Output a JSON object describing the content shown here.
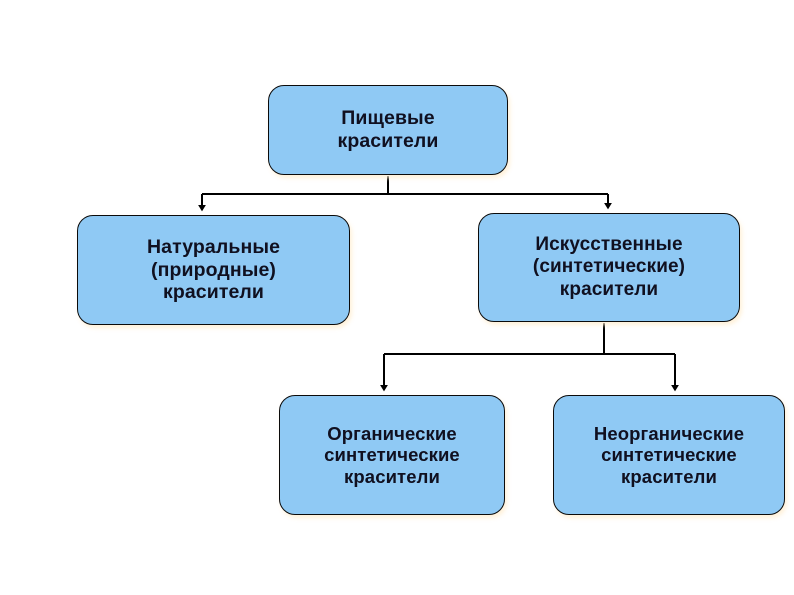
{
  "diagram": {
    "title": "Пищевые красители",
    "type": "hierarchy-tree",
    "node_fill_color": "#8FC9F4",
    "node_border_color": "#0B0B0B",
    "connector_color": "#000000",
    "background_color": "#FFFFFF",
    "nodes": {
      "root": {
        "label": "Пищевые\nкрасители",
        "level": 1
      },
      "natural": {
        "label": "Натуральные\n(природные)\nкрасители",
        "level": 2
      },
      "synthetic": {
        "label": "Искусственные\n(синтетические)\nкрасители",
        "level": 2
      },
      "organic": {
        "label": "Органические\nсинтетические\nкрасители",
        "level": 3
      },
      "inorganic": {
        "label": "Неорганические\nсинтетические\nкрасители",
        "level": 3
      }
    },
    "edges": [
      {
        "from": "root",
        "to": "natural"
      },
      {
        "from": "root",
        "to": "synthetic"
      },
      {
        "from": "synthetic",
        "to": "organic"
      },
      {
        "from": "synthetic",
        "to": "inorganic"
      }
    ]
  }
}
